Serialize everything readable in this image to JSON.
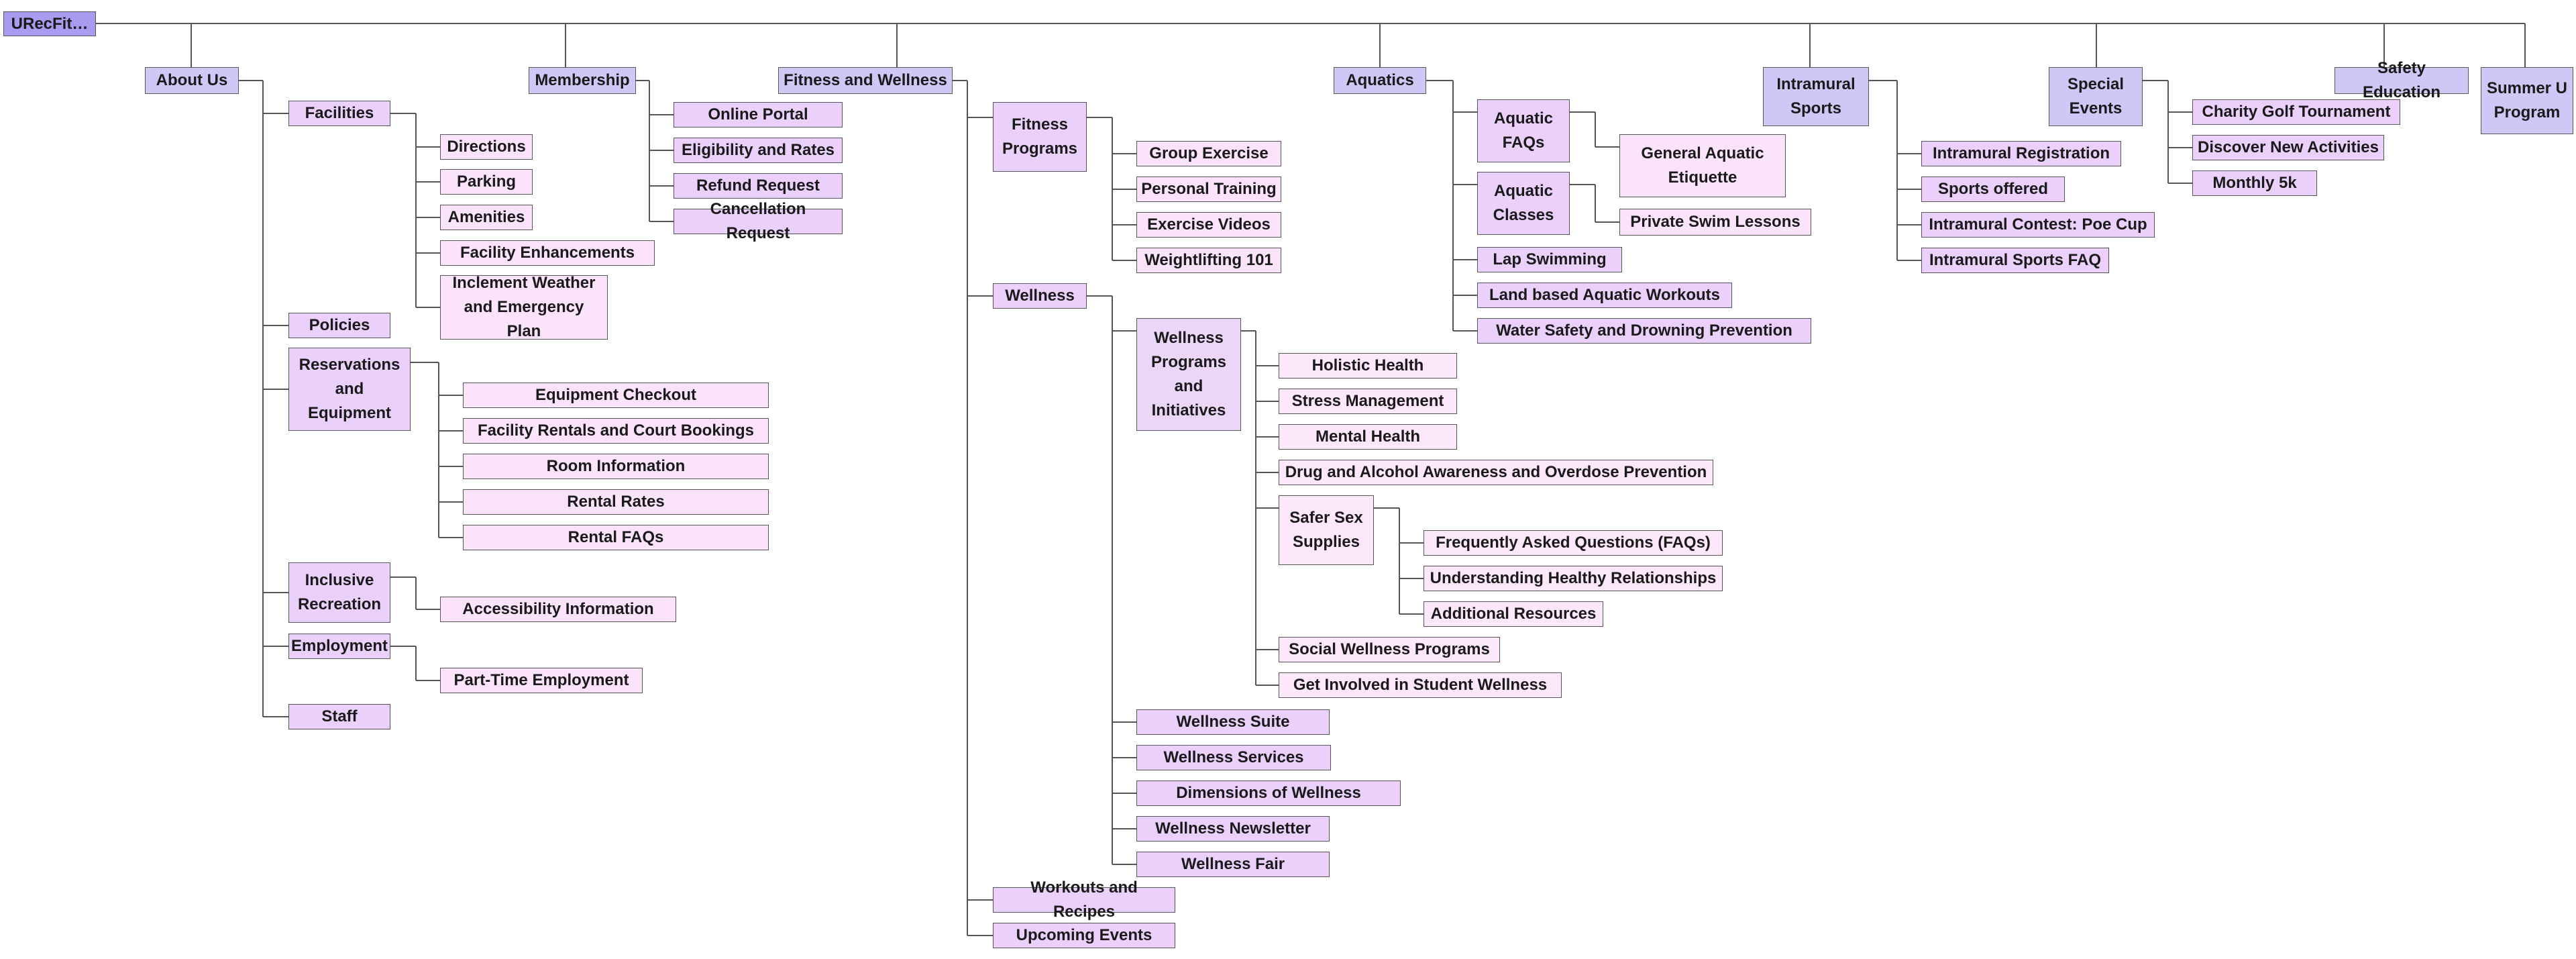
{
  "colors": {
    "root": "#a99bf0",
    "level1": "#cfc7f6",
    "level2": "#ead0fa",
    "level3": "#fbe4fb",
    "connector": "#555555"
  },
  "nodes": {
    "root": "URecFit…",
    "about_us": "About Us",
    "membership": "Membership",
    "fitness_wellness": "Fitness and Wellness",
    "aquatics": "Aquatics",
    "intramural_sports": "Intramural Sports",
    "special_events": "Special Events",
    "safety_education": "Safety Education",
    "summer_u": "Summer U Program",
    "facilities": "Facilities",
    "directions": "Directions",
    "parking": "Parking",
    "amenities": "Amenities",
    "facility_enhancements": "Facility Enhancements",
    "inclement_weather": "Inclement Weather and Emergency Plan",
    "policies": "Policies",
    "reservations": "Reservations and Equipment",
    "equipment_checkout": "Equipment Checkout",
    "facility_rentals": "Facility Rentals and Court Bookings",
    "room_information": "Room Information",
    "rental_rates": "Rental Rates",
    "rental_faqs": "Rental FAQs",
    "inclusive_recreation": "Inclusive Recreation",
    "accessibility": "Accessibility Information",
    "employment": "Employment",
    "part_time": "Part-Time Employment",
    "staff": "Staff",
    "online_portal": "Online Portal",
    "eligibility": "Eligibility and Rates",
    "refund": "Refund Request",
    "cancellation": "Cancellation Request",
    "fitness_programs": "Fitness Programs",
    "group_exercise": "Group Exercise",
    "personal_training": "Personal Training",
    "exercise_videos": "Exercise Videos",
    "weightlifting": "Weightlifting 101",
    "wellness": "Wellness",
    "wellness_programs": "Wellness Programs and Initiatives",
    "holistic_health": "Holistic Health",
    "stress_management": "Stress Management",
    "mental_health": "Mental Health",
    "drug_alcohol": "Drug and Alcohol Awareness and Overdose Prevention",
    "safer_sex": "Safer Sex Supplies",
    "faqs": "Frequently Asked Questions (FAQs)",
    "healthy_relationships": "Understanding Healthy Relationships",
    "additional_resources": "Additional Resources",
    "social_wellness": "Social Wellness Programs",
    "get_involved": "Get Involved in Student Wellness",
    "wellness_suite": "Wellness Suite",
    "wellness_services": "Wellness Services",
    "dimensions": "Dimensions of Wellness",
    "newsletter": "Wellness Newsletter",
    "wellness_fair": "Wellness Fair",
    "workouts_recipes": "Workouts and Recipes",
    "upcoming_events": "Upcoming Events",
    "aquatic_faqs": "Aquatic FAQs",
    "general_etiquette": "General Aquatic Etiquette",
    "aquatic_classes": "Aquatic Classes",
    "private_swim": "Private Swim Lessons",
    "lap_swimming": "Lap Swimming",
    "land_workouts": "Land based Aquatic Workouts",
    "water_safety": "Water Safety and Drowning Prevention",
    "intramural_registration": "Intramural Registration",
    "sports_offered": "Sports offered",
    "poe_cup": "Intramural Contest: Poe Cup",
    "intramural_faq": "Intramural Sports FAQ",
    "charity_golf": "Charity Golf Tournament",
    "new_activities": "Discover New Activities",
    "monthly_5k": "Monthly 5k"
  }
}
